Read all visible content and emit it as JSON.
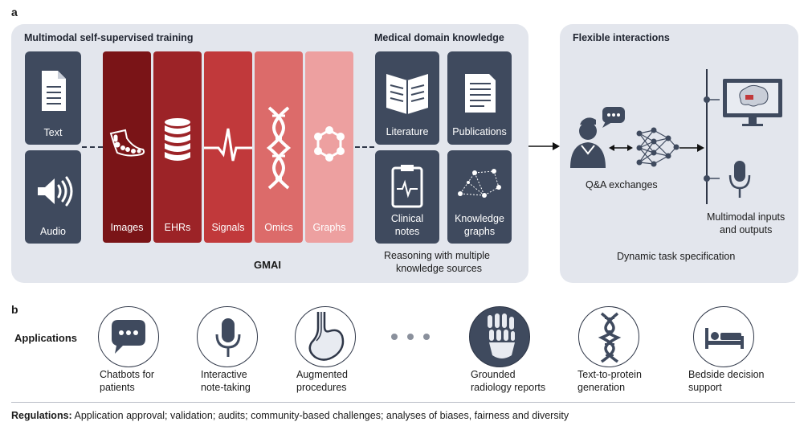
{
  "panel_labels": {
    "a": "a",
    "b": "b"
  },
  "training": {
    "title": "Multimodal self-supervised training",
    "text_card": "Text",
    "audio_card": "Audio",
    "strips": [
      {
        "label": "Images",
        "color": "#7a1417"
      },
      {
        "label": "EHRs",
        "color": "#9c2327"
      },
      {
        "label": "Signals",
        "color": "#c1393b"
      },
      {
        "label": "Omics",
        "color": "#dc6b6a"
      },
      {
        "label": "Graphs",
        "color": "#eda0a0"
      }
    ],
    "center_label": "GMAI"
  },
  "knowledge": {
    "title": "Medical domain knowledge",
    "cards": [
      "Literature",
      "Publications",
      "Clinical\nnotes",
      "Knowledge\ngraphs"
    ],
    "caption_line1": "Reasoning with multiple",
    "caption_line2": "knowledge sources"
  },
  "interactions": {
    "title": "Flexible interactions",
    "qa_label": "Q&A exchanges",
    "io_line1": "Multimodal inputs",
    "io_line2": "and outputs",
    "dynamic_label": "Dynamic task specification"
  },
  "applications": {
    "label": "Applications",
    "items": [
      {
        "line1": "Chatbots for",
        "line2": "patients",
        "icon": "chat-bubble-icon"
      },
      {
        "line1": "Interactive",
        "line2": "note-taking",
        "icon": "microphone-icon"
      },
      {
        "line1": "Augmented",
        "line2": "procedures",
        "icon": "stomach-icon"
      },
      {
        "line1": "Grounded",
        "line2": "radiology reports",
        "icon": "foot-xray-icon"
      },
      {
        "line1": "Text-to-protein",
        "line2": "generation",
        "icon": "dna-icon"
      },
      {
        "line1": "Bedside decision",
        "line2": "support",
        "icon": "bed-icon"
      }
    ]
  },
  "regulations": {
    "label": "Regulations:",
    "text": " Application approval; validation; audits; community-based challenges; analyses of biases, fairness and diversity"
  },
  "colors": {
    "panel_bg": "#e3e6ed",
    "card": "#3f4a5e",
    "ink": "#2f3748",
    "accent_red": "#c1393b"
  }
}
